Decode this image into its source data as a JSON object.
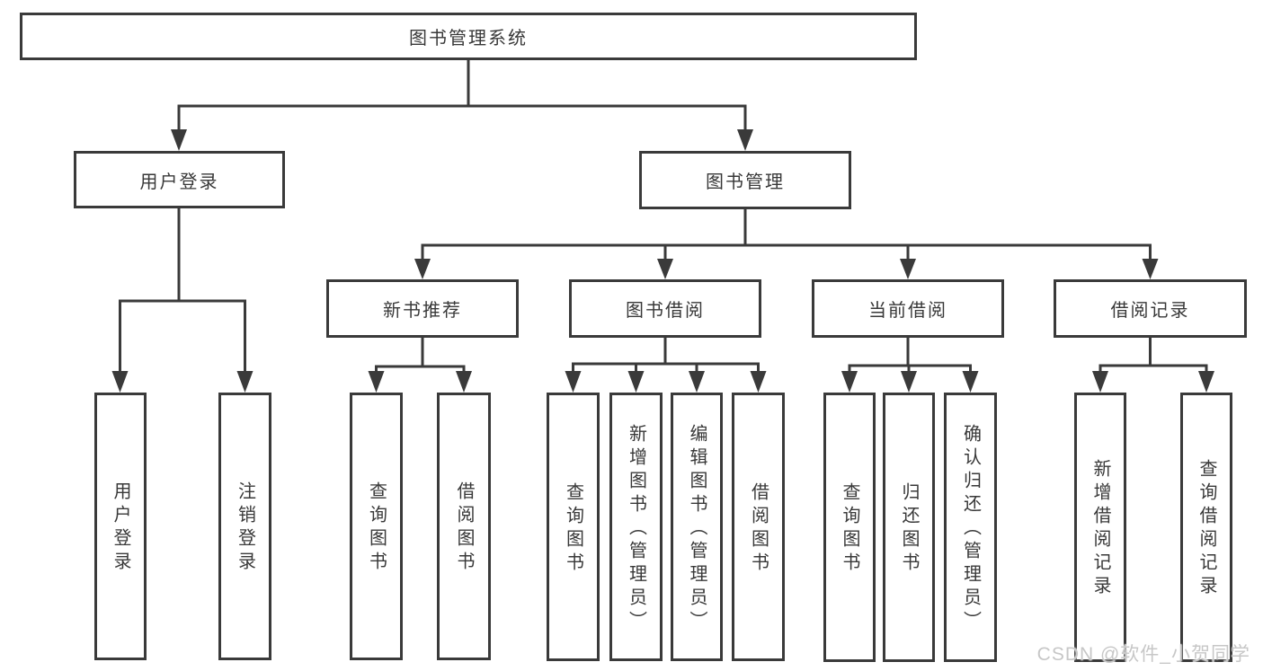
{
  "title": "图书管理系统",
  "branches": [
    {
      "label": "用户登录",
      "children": [
        {
          "label": "用户登录"
        },
        {
          "label": "注销登录"
        }
      ]
    },
    {
      "label": "图书管理",
      "children": [
        {
          "label": "新书推荐",
          "children": [
            {
              "label": "查询图书"
            },
            {
              "label": "借阅图书"
            }
          ]
        },
        {
          "label": "图书借阅",
          "children": [
            {
              "label": "查询图书"
            },
            {
              "label": "新增图书（管理员）"
            },
            {
              "label": "编辑图书（管理员）"
            },
            {
              "label": "借阅图书"
            }
          ]
        },
        {
          "label": "当前借阅",
          "children": [
            {
              "label": "查询图书"
            },
            {
              "label": "归还图书"
            },
            {
              "label": "确认归还（管理员）"
            }
          ]
        },
        {
          "label": "借阅记录",
          "children": [
            {
              "label": "新增借阅记录"
            },
            {
              "label": "查询借阅记录"
            }
          ]
        }
      ]
    }
  ],
  "watermark": {
    "text": "CSDN @软件_小贺同学"
  },
  "colors": {
    "line": "#3a3a3a",
    "box_background": "#ffffff",
    "text": "#383838",
    "watermark": "#c7c7c7"
  }
}
